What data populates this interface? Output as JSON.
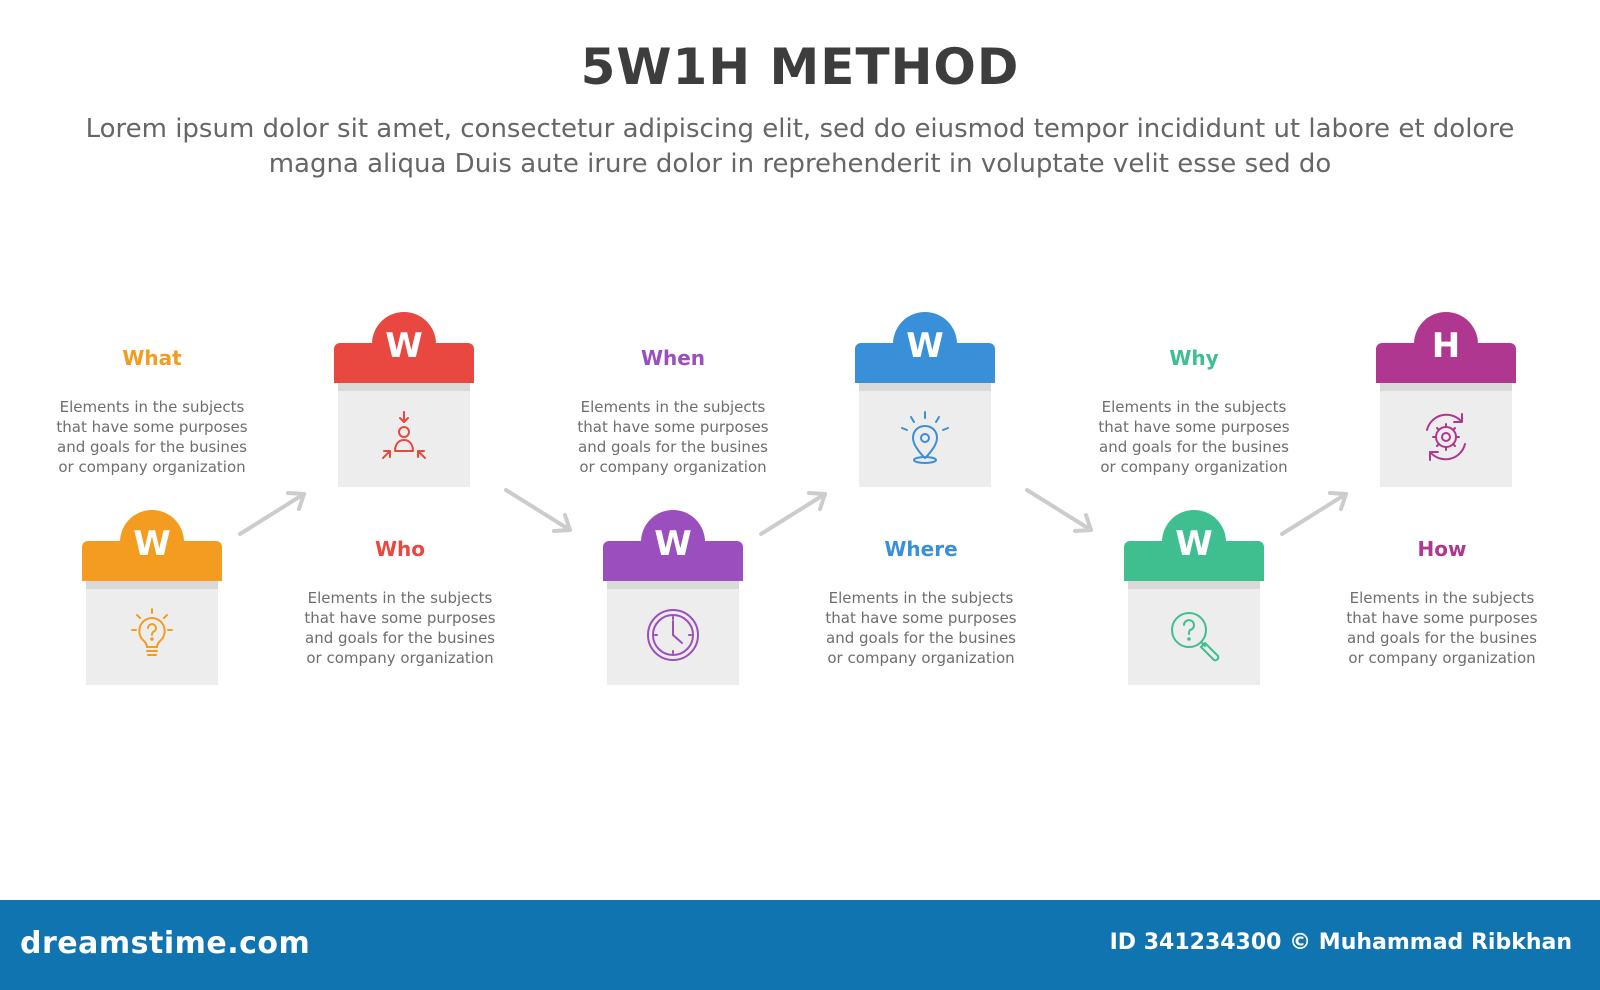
{
  "title": "5W1H METHOD",
  "subtitle": "Lorem ipsum dolor sit amet, consectetur adipiscing elit, sed do eiusmod tempor incididunt ut labore et dolore magna aliqua Duis aute irure dolor in reprehenderit in voluptate velit esse sed do",
  "steps": [
    {
      "letter": "W",
      "label": "What",
      "text": "Elements in the subjects\nthat have some purposes\nand goals for the  busines\nor company organization",
      "color": "#f39c1f",
      "icon": "lightbulb-icon"
    },
    {
      "letter": "W",
      "label": "Who",
      "text": "Elements in the subjects\nthat have some purposes\nand goals for the  busines\nor company organization",
      "color": "#e8483f",
      "icon": "person-arrows-icon"
    },
    {
      "letter": "W",
      "label": "When",
      "text": "Elements in the subjects\nthat have some purposes\nand goals for the  busines\nor company organization",
      "color": "#9b4fbf",
      "icon": "clock-icon"
    },
    {
      "letter": "W",
      "label": "Where",
      "text": "Elements in the subjects\nthat have some purposes\nand goals for the  busines\nor company organization",
      "color": "#3a8fd9",
      "icon": "location-pin-icon"
    },
    {
      "letter": "W",
      "label": "Why",
      "text": "Elements in the subjects\nthat have some purposes\nand goals for the  busines\nor company organization",
      "color": "#3fbf8f",
      "icon": "question-magnifier-icon"
    },
    {
      "letter": "H",
      "label": "How",
      "text": "Elements in the subjects\nthat have some purposes\nand goals for the  busines\nor company organization",
      "color": "#b0378f",
      "icon": "gear-cycle-icon"
    }
  ],
  "footer": {
    "brand": "dreamstime.com",
    "credit": "ID 341234300 © Muhammad Ribkhan"
  }
}
